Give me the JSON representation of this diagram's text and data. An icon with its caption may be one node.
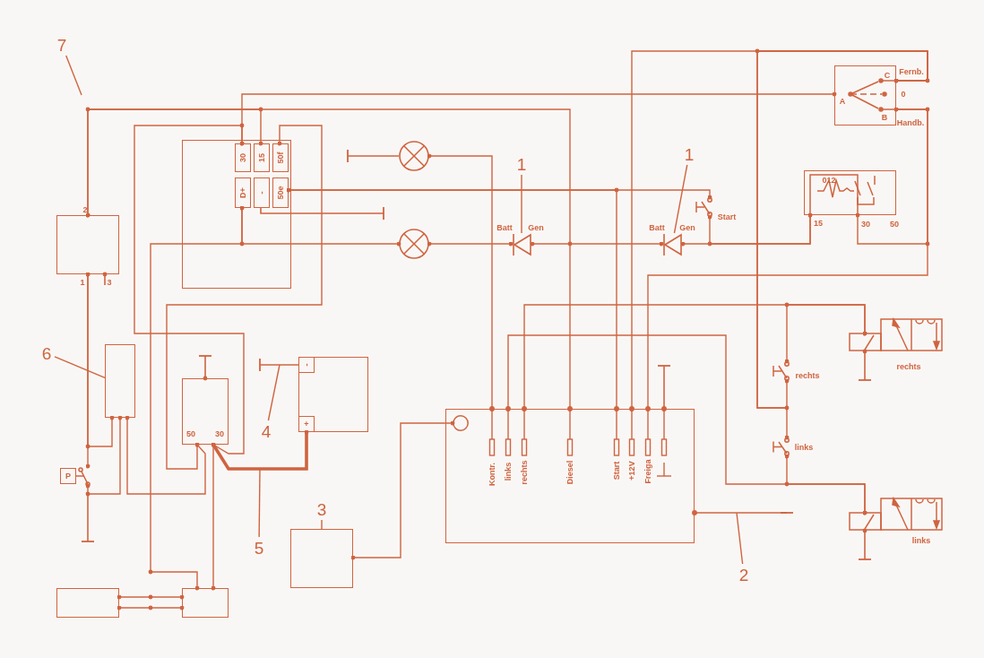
{
  "diagram": {
    "nodes": [
      {
        "text": [
          "7"
        ]
      },
      {
        "text": [
          "2",
          "1",
          "3"
        ]
      },
      {
        "text": [
          "6"
        ]
      },
      {
        "text": [],
        "shape": "box"
      },
      {
        "text": [
          "1"
        ]
      },
      {
        "text": [],
        "shape": "triangle",
        "beside": [
          "Batt",
          "Gen"
        ]
      },
      {
        "text": [
          "1"
        ]
      },
      {
        "text": [],
        "shape": "triangle",
        "beside": [
          "Batt",
          "Gen"
        ]
      },
      {
        "text": [
          "4"
        ]
      },
      {
        "text": [
          "5"
        ]
      },
      {
        "text": [
          "3"
        ]
      },
      {
        "text": [],
        "shape": "box"
      },
      {
        "text": [
          "2"
        ]
      },
      {
        "text": [],
        "shape": "box"
      },
      {
        "text": [
          "30"
        ],
        "in": 13
      },
      {
        "text": [
          "15"
        ],
        "in": 13
      },
      {
        "text": [
          "50f"
        ],
        "in": 13
      },
      {
        "text": [
          "D+"
        ],
        "in": 13
      },
      {
        "text": [
          "-"
        ],
        "in": 13
      },
      {
        "text": [
          "50e"
        ],
        "in": 13
      },
      {
        "text": [],
        "shape": "circle"
      },
      {
        "text": [],
        "shape": "circle"
      },
      {
        "text": [
          "A",
          "C",
          "B"
        ],
        "beside": [
          "Fernb.",
          "0",
          "Handb."
        ]
      },
      {
        "text": [
          "012"
        ],
        "beside": [
          "15",
          "30",
          "50"
        ]
      },
      {
        "text": [
          "P"
        ]
      },
      {
        "text": [
          "50",
          "30"
        ]
      },
      {
        "text": [],
        "shape": "box"
      },
      {
        "text": [
          "-"
        ],
        "in": 26
      },
      {
        "text": [
          "+"
        ],
        "in": 26
      },
      {
        "text": [
          "Kontr.",
          "links",
          "rechts",
          "Diesel",
          "Start",
          "+12V",
          "Freiga"
        ]
      },
      {
        "text": [],
        "shape": "box",
        "beside": [
          "rechts"
        ]
      },
      {
        "text": [],
        "shape": "box",
        "beside": [
          "links"
        ]
      },
      {
        "text": [],
        "shape": "box"
      },
      {
        "text": [],
        "shape": "box"
      },
      {
        "text": [
          "Start"
        ]
      },
      {
        "text": [
          "rechts"
        ]
      },
      {
        "text": [
          "links"
        ]
      },
      {
        "text": [],
        "shape": "circle",
        "in": 29
      }
    ],
    "edges": [
      {
        "from": 0,
        "to": null,
        "arrow": "none"
      },
      {
        "from": 2,
        "to": 3,
        "arrow": "none"
      },
      {
        "from": 4,
        "to": 5,
        "arrow": "none"
      },
      {
        "from": 6,
        "to": 7,
        "arrow": "none"
      },
      {
        "from": 8,
        "to": null,
        "arrow": "none"
      },
      {
        "from": 9,
        "to": null,
        "arrow": "none"
      },
      {
        "from": 10,
        "to": 11,
        "arrow": "none"
      },
      {
        "from": 12,
        "to": null,
        "arrow": "none"
      },
      {
        "from": 1,
        "to": 15,
        "arrow": "other"
      },
      {
        "from": 1,
        "to": 29,
        "arrow": "other"
      },
      {
        "from": 14,
        "to": 22,
        "arrow": "other"
      },
      {
        "from": 14,
        "to": 25,
        "arrow": "other"
      },
      {
        "from": 16,
        "to": 25,
        "arrow": "other"
      },
      {
        "from": 19,
        "to": 29,
        "arrow": "other"
      },
      {
        "from": 19,
        "to": 34,
        "arrow": "other"
      },
      {
        "from": 34,
        "to": 23,
        "arrow": "other"
      },
      {
        "from": 7,
        "to": 23,
        "arrow": "other"
      },
      {
        "from": 17,
        "to": 21,
        "arrow": "other"
      },
      {
        "from": 17,
        "to": 33,
        "arrow": "other"
      },
      {
        "from": 21,
        "to": 5,
        "arrow": "other"
      },
      {
        "from": 5,
        "to": 7,
        "arrow": "other"
      },
      {
        "from": 20,
        "to": 29,
        "arrow": "other"
      },
      {
        "from": 22,
        "to": 29,
        "arrow": "other"
      },
      {
        "from": 22,
        "to": 35,
        "arrow": "other"
      },
      {
        "from": 22,
        "to": 36,
        "arrow": "other"
      },
      {
        "from": 22,
        "to": 23,
        "arrow": "other"
      },
      {
        "from": 22,
        "to": 29,
        "arrow": "other"
      },
      {
        "from": 29,
        "to": 30,
        "arrow": "other"
      },
      {
        "from": 35,
        "to": 30,
        "arrow": "other"
      },
      {
        "from": 29,
        "to": 31,
        "arrow": "other"
      },
      {
        "from": 36,
        "to": 31,
        "arrow": "other"
      },
      {
        "from": 37,
        "to": 11,
        "arrow": "other"
      },
      {
        "from": 1,
        "to": 3,
        "arrow": "other"
      },
      {
        "from": 1,
        "to": 24,
        "arrow": "other"
      },
      {
        "from": 24,
        "to": 3,
        "arrow": "other"
      },
      {
        "from": 3,
        "to": 25,
        "arrow": "other"
      },
      {
        "from": 28,
        "to": 25,
        "arrow": "other",
        "style": "thick"
      },
      {
        "from": 25,
        "to": 33,
        "arrow": "other"
      },
      {
        "from": 32,
        "to": 33,
        "arrow": "other"
      },
      {
        "from": 32,
        "to": 33,
        "arrow": "other"
      }
    ]
  }
}
